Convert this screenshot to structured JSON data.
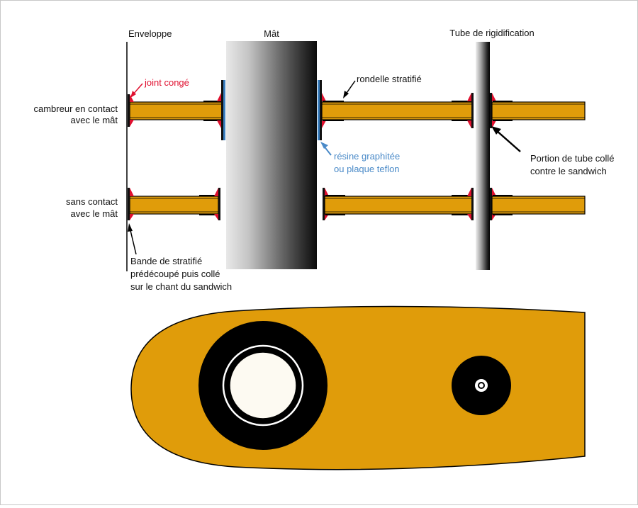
{
  "labels": {
    "enveloppe": "Enveloppe",
    "mat": "Mât",
    "tube": "Tube de rigidification",
    "joint": "joint congé",
    "rondelle": "rondelle stratifié",
    "cambreur_1": "cambreur en contact",
    "cambreur_2": "avec le mât",
    "sans_1": "sans contact",
    "sans_2": "avec le mât",
    "resine_1": "résine graphitée",
    "resine_2": "ou plaque teflon",
    "portion_1": "Portion de tube collé",
    "portion_2": "contre le sandwich",
    "bande_1": "Bande de stratifié",
    "bande_2": "prédécoupé puis collé",
    "bande_3": "sur le chant du sandwich"
  },
  "colors": {
    "sandwich": "#E09C0A",
    "outline": "#000000",
    "joint": "#E0102F",
    "resine": "#3A7FC0",
    "resine_text": "#4A8AC8",
    "joint_text": "#E0102F",
    "hole": "#FDFAF2"
  }
}
